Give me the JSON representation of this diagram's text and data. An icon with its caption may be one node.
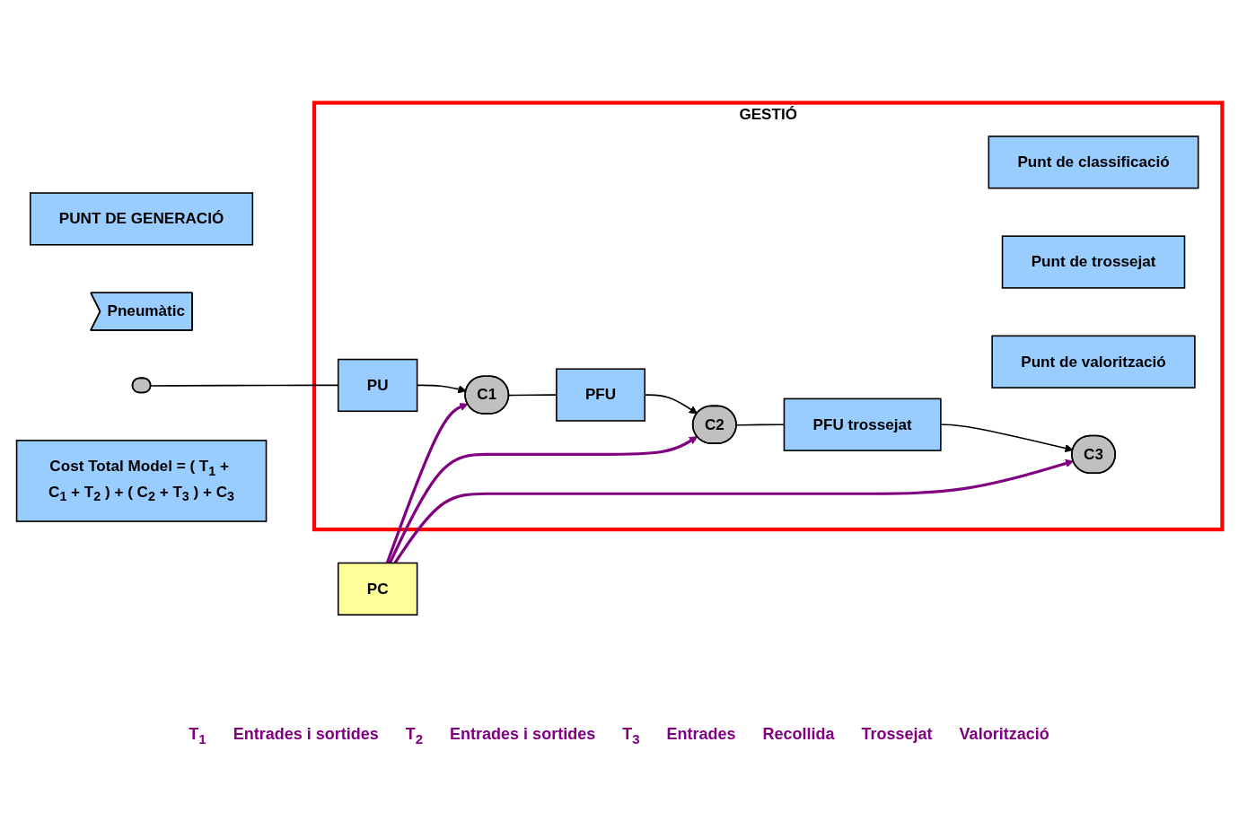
{
  "diagram": {
    "nodes": [
      {
        "text": [
          "PUNT DE GENERACIÓ"
        ]
      },
      {
        "text": [
          "Pneumàtic"
        ]
      },
      {
        "text": [],
        "shape": "circle"
      },
      {
        "text": [
          "GESTIÓ"
        ]
      },
      {
        "text": [
          "Punt de classificació"
        ],
        "in": 3
      },
      {
        "text": [
          "Punt de trossejat"
        ],
        "in": 3
      },
      {
        "text": [
          "Punt de valorització"
        ],
        "in": 3
      },
      {
        "text": [
          "PU"
        ],
        "in": 3
      },
      {
        "text": [
          "C1"
        ],
        "in": 3
      },
      {
        "text": [
          "PFU"
        ],
        "in": 3
      },
      {
        "text": [
          "C2"
        ],
        "in": 3
      },
      {
        "text": [
          "PFU trossejat"
        ],
        "in": 3
      },
      {
        "text": [
          "C3"
        ],
        "in": 3
      },
      {
        "text": [
          "PC"
        ]
      },
      {
        "text": [
          "**Cost Total Model** = ( T$_{1}$ + C$_{1}$ + T$_{2}$ ) + ( C$_{2}$ + T$_{3}$ ) + C$_{3}$"
        ]
      }
    ],
    "edges": [
      {
        "from": 2,
        "to": 7,
        "arrow": "none"
      },
      {
        "from": 7,
        "to": 8,
        "arrow": "to"
      },
      {
        "from": 8,
        "to": 9,
        "arrow": "none"
      },
      {
        "from": 9,
        "to": 10,
        "arrow": "to"
      },
      {
        "from": 10,
        "to": 11,
        "arrow": "none"
      },
      {
        "from": 11,
        "to": 12,
        "arrow": "to"
      },
      {
        "from": 13,
        "to": 8,
        "arrow": "to",
        "color": "#800080"
      },
      {
        "from": 13,
        "to": 10,
        "arrow": "to",
        "color": "#800080"
      },
      {
        "from": 13,
        "to": 12,
        "arrow": "to",
        "color": "#800080"
      }
    ],
    "labels": [
      "T$_{1}$",
      "Entrades i sortides",
      "T$_{2}$",
      "Entrades i sortides",
      "T$_{3}$",
      "Entrades",
      "Recollida",
      "Trossejat",
      "Valorització"
    ]
  }
}
